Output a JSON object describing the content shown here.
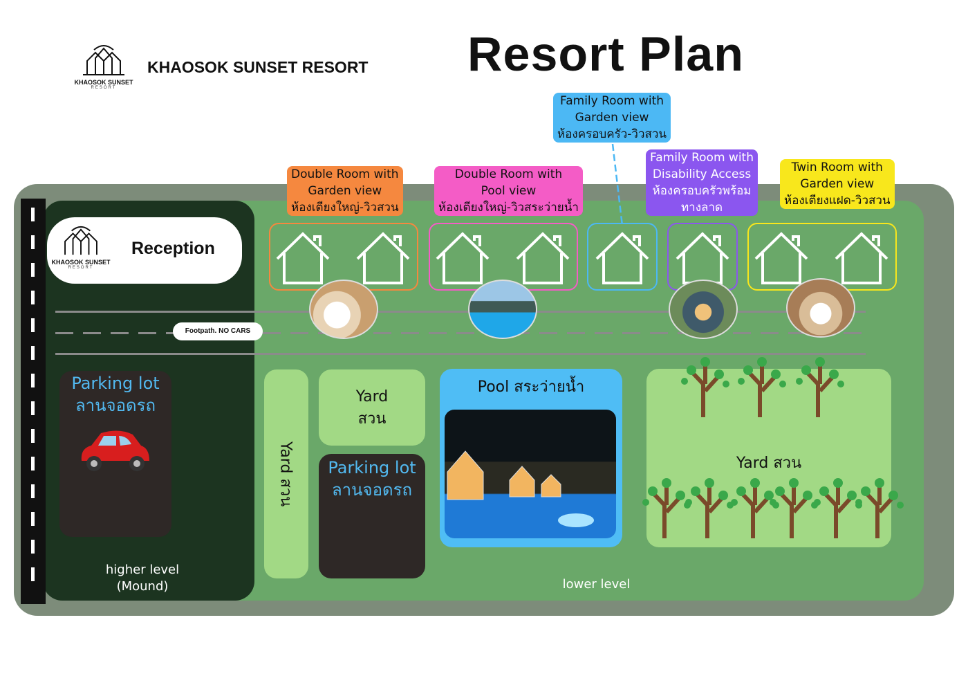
{
  "header": {
    "brand": "KHAOSOK SUNSET RESORT",
    "title": "Resort Plan",
    "logo_text": "KHAOSOK SUNSET",
    "logo_sub": "RESORT"
  },
  "reception": {
    "label": "Reception"
  },
  "footpath": {
    "label": "Footpath. NO CARS"
  },
  "rooms": [
    {
      "en1": "Double Room with",
      "en2": "Garden view",
      "th": "ห้องเตียงใหญ่-วิวสวน",
      "color": "#f5883f"
    },
    {
      "en1": "Double Room with",
      "en2": "Pool view",
      "th": "ห้องเตียงใหญ่-วิวสระว่ายน้ำ",
      "color": "#f45cc6"
    },
    {
      "en1": "Family Room with",
      "en2": "Garden view",
      "th": "ห้องครอบครัว-วิวสวน",
      "color": "#4cb8f4"
    },
    {
      "en1": "Family Room with",
      "en2": "Disability Access",
      "th": "ห้องครอบครัวพร้อม",
      "th2": "ทางลาด",
      "color": "#8b56ef"
    },
    {
      "en1": "Twin Room with",
      "en2": "Garden view",
      "th": "ห้องเตียงแฝด-วิวสวน",
      "color": "#f8e71c"
    }
  ],
  "areas": {
    "parking1": {
      "en": "Parking lot",
      "th": "ลานจอดรถ"
    },
    "parking2": {
      "en": "Parking lot",
      "th": "ลานจอดรถ"
    },
    "yard_vertical": "Yard สวน",
    "yard_small": {
      "en": "Yard",
      "th": "สวน"
    },
    "pool": "Pool  สระว่ายน้ำ",
    "yard_big": "Yard สวน",
    "higher": {
      "l1": "higher level",
      "l2": "(Mound)"
    },
    "lower": "lower level"
  }
}
